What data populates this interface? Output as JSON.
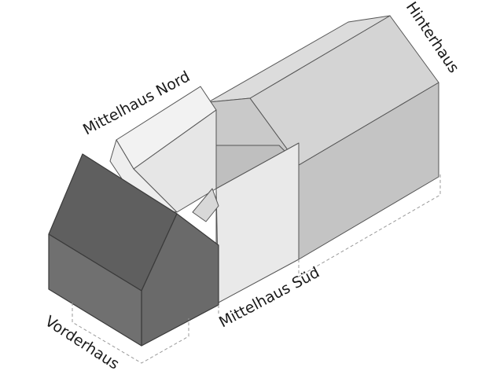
{
  "labels": {
    "mittelhaus_nord": "Mittelhaus Nord",
    "hinterhaus": "Hinterhaus",
    "mittelhaus_sued": "Mittelhaus Süd",
    "vorderhaus": "Vorderhaus"
  },
  "colors": {
    "hinterhaus_roof": "#d6d6d6",
    "hinterhaus_wall": "#c6c6c6",
    "hinterhaus_gable": "#d0d0d0",
    "mittelhaus_nord": "#ececec",
    "mittelhaus_sued": "#e8e8e8",
    "vorderhaus_roof": "#5e5e5e",
    "vorderhaus_wall": "#707070"
  }
}
